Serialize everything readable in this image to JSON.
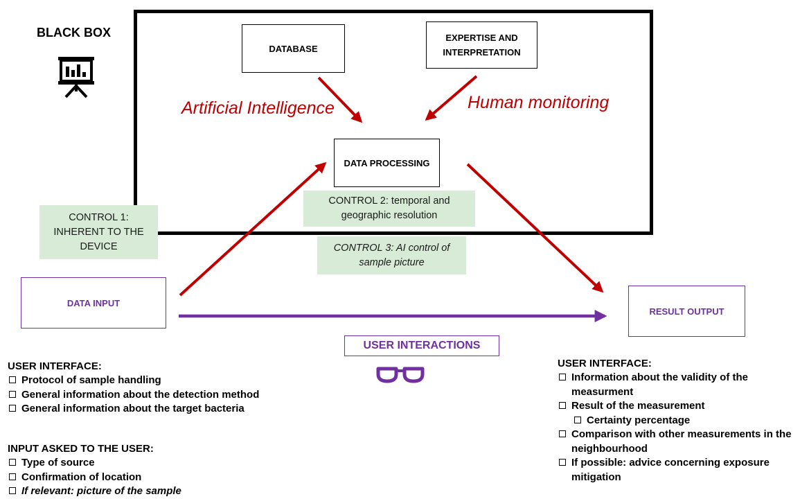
{
  "title": "BLACK BOX",
  "boxes": {
    "database": "DATABASE",
    "expertise": "EXPERTISE AND INTERPRETATION",
    "data_processing": "DATA PROCESSING",
    "data_input": "DATA INPUT",
    "result_output": "RESULT OUTPUT",
    "user_interactions": "USER INTERACTIONS"
  },
  "labels": {
    "artificial_intelligence": "Artificial Intelligence",
    "human_monitoring": "Human monitoring"
  },
  "controls": {
    "control1": "CONTROL 1: INHERENT TO THE DEVICE",
    "control2": "CONTROL 2: temporal and geographic resolution",
    "control3": "CONTROL 3: AI control of sample picture"
  },
  "left_panel": {
    "ui_title": "USER INTERFACE:",
    "ui_items": [
      "Protocol of sample handling",
      "General information about the detection method",
      "General information about the target bacteria"
    ],
    "input_title": "INPUT ASKED TO THE USER:",
    "input_items": [
      "Type of source",
      "Confirmation of location",
      "If relevant: picture of the sample"
    ]
  },
  "right_panel": {
    "ui_title": "USER INTERFACE:",
    "items": [
      "Information about the validity of the measurment",
      "Result of the measurement",
      "Certainty percentage",
      "Comparison with other measurements in the neighbourhood",
      "If possible: advice concerning exposure mitigation"
    ]
  },
  "colors": {
    "arrow_red": "#c00000",
    "purple": "#7030a0",
    "control_green": "#d7ebd6",
    "label_red": "#c00000"
  },
  "icons": [
    "presentation-chart-icon",
    "glasses-icon"
  ]
}
